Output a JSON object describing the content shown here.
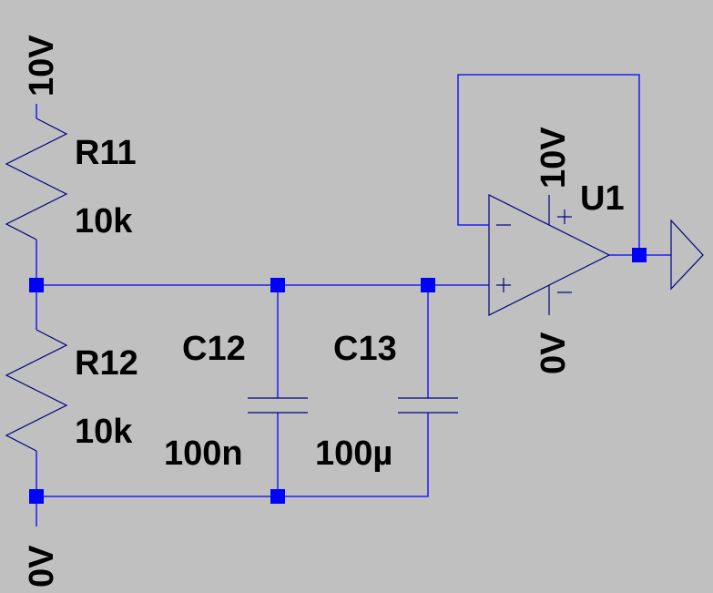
{
  "schematic": {
    "colors": {
      "background": "#c0c0c0",
      "wire": "#0000ff",
      "component": "#000080",
      "text": "#000000"
    },
    "supply_top": "10V",
    "ground_bottom": "0V",
    "resistors": [
      {
        "ref": "R11",
        "value": "10k"
      },
      {
        "ref": "R12",
        "value": "10k"
      }
    ],
    "capacitors": [
      {
        "ref": "C12",
        "value": "100n"
      },
      {
        "ref": "C13",
        "value": "100µ"
      }
    ],
    "opamp": {
      "ref": "U1",
      "vplus_supply": "10V",
      "vminus_supply": "0V",
      "input_minus": "−",
      "input_plus": "+",
      "supply_plus_mark": "+",
      "supply_minus_mark": "−"
    }
  }
}
